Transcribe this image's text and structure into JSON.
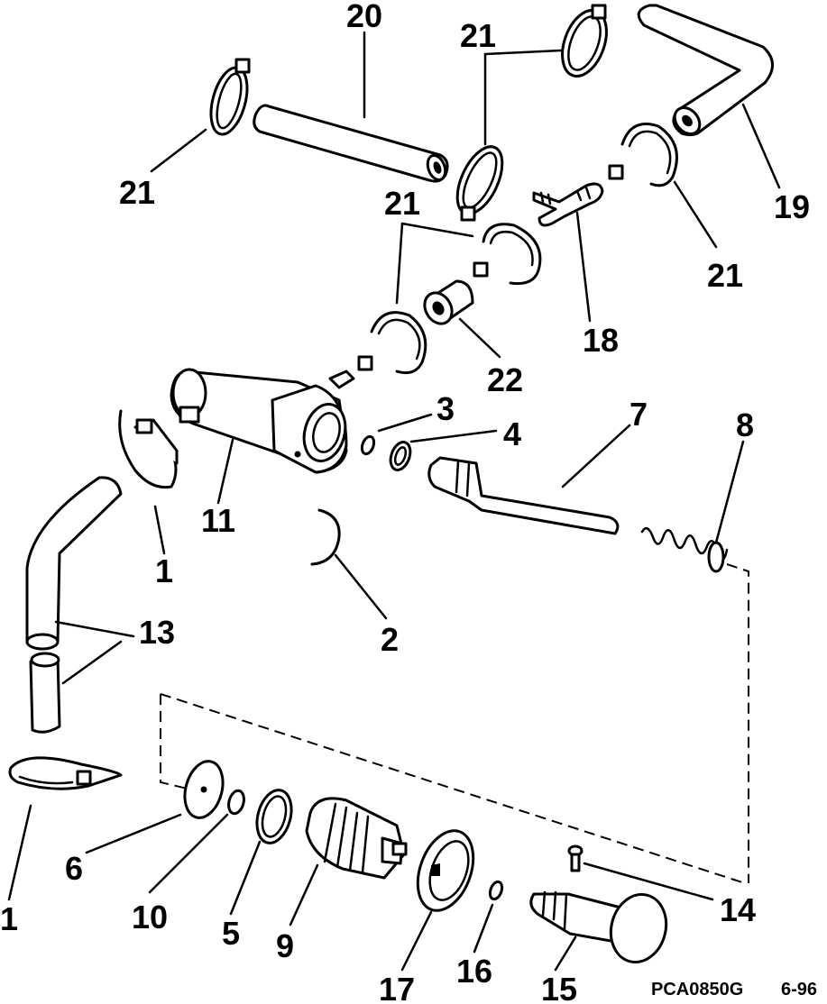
{
  "callouts": {
    "c1a": "1",
    "c1b": "1",
    "c2": "2",
    "c3": "3",
    "c4": "4",
    "c5": "5",
    "c6": "6",
    "c7": "7",
    "c8": "8",
    "c9": "9",
    "c10": "10",
    "c11": "11",
    "c13": "13",
    "c14": "14",
    "c15": "15",
    "c16": "16",
    "c17": "17",
    "c18": "18",
    "c19": "19",
    "c20": "20",
    "c21a": "21",
    "c21b": "21",
    "c21c": "21",
    "c21d": "21",
    "c22": "22"
  },
  "footer": {
    "code": "PCA0850G",
    "date": "6-96"
  }
}
